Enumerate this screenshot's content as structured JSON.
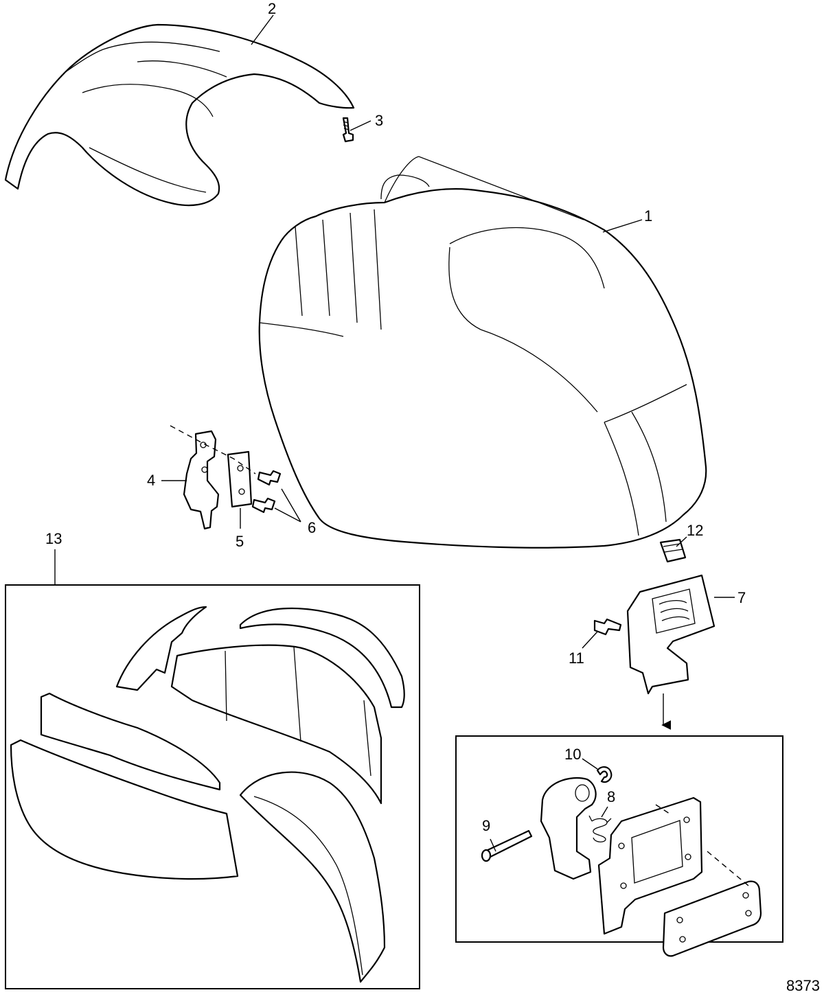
{
  "callouts": {
    "c1": "1",
    "c2": "2",
    "c3": "3",
    "c4": "4",
    "c5": "5",
    "c6": "6",
    "c7": "7",
    "c8": "8",
    "c9": "9",
    "c10": "10",
    "c11": "11",
    "c12": "12",
    "c13": "13"
  },
  "figure_id": "8373"
}
